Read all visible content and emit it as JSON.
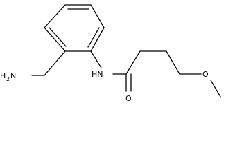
{
  "molecule": {
    "labels": {
      "amine": {
        "symbol": "H",
        "subscript": "2",
        "tail": "N"
      },
      "amide_nitrogen": "HN",
      "carbonyl_oxygen": "O",
      "ether_oxygen": "O"
    }
  }
}
